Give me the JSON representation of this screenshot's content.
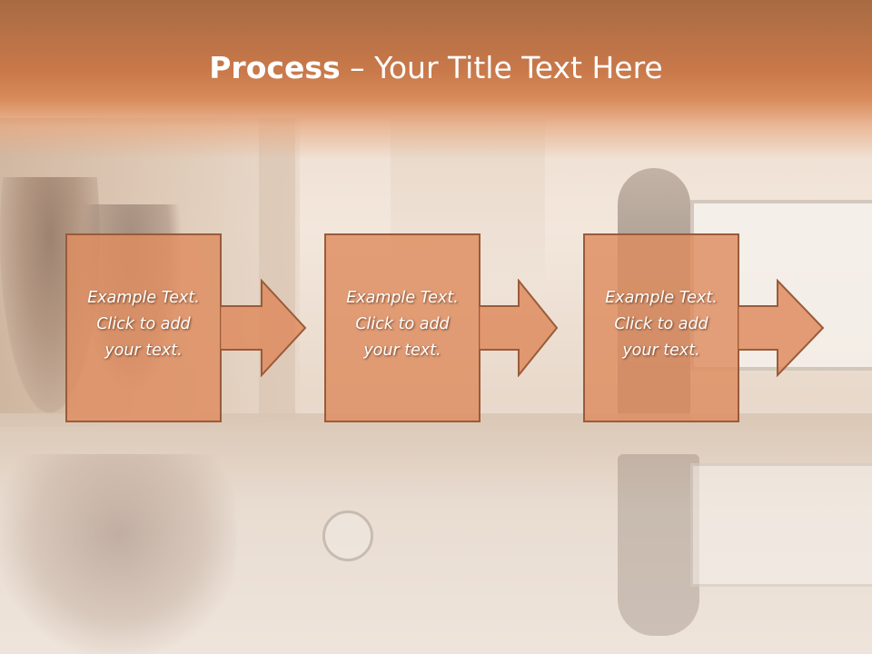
{
  "title": {
    "bold": "Process",
    "rest": " – Your Title Text Here"
  },
  "steps": [
    {
      "text": "Example Text.\nClick  to add\nyour text."
    },
    {
      "text": "Example Text.\nClick  to add\nyour text."
    },
    {
      "text": "Example Text.\nClick  to add\nyour text."
    }
  ],
  "colors": {
    "title_band": "#c9794a",
    "box_fill": "#de8c5f",
    "box_border": "#9a5b3a",
    "text": "#ffffff"
  }
}
